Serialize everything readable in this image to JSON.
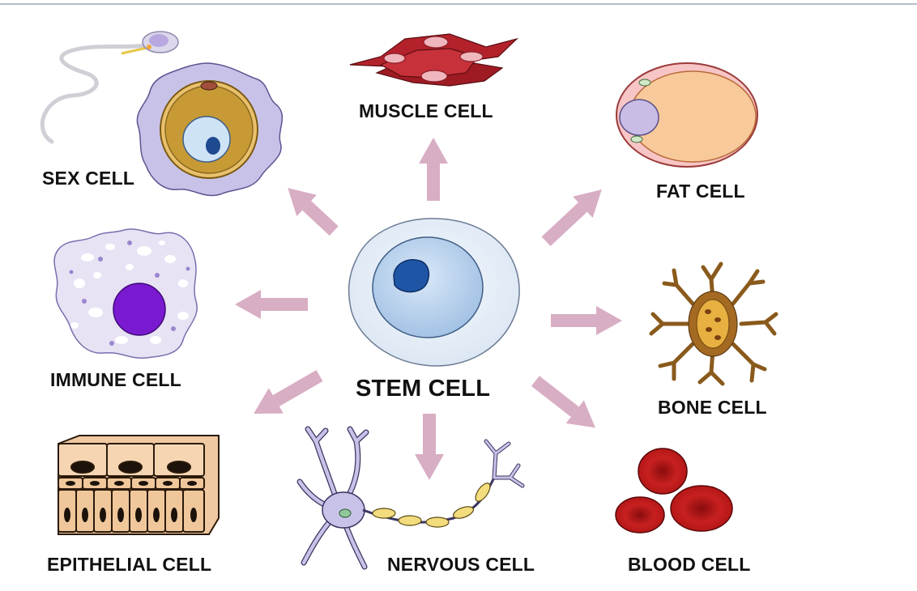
{
  "center": {
    "label": "STEM CELL"
  },
  "cells": {
    "muscle": "MUSCLE CELL",
    "sex": "SEX CELL",
    "fat": "FAT CELL",
    "immune": "IMMUNE CELL",
    "bone": "BONE CELL",
    "epithelial": "EPITHELIAL CELL",
    "nervous": "NERVOUS CELL",
    "blood": "BLOOD CELL"
  },
  "colors": {
    "arrow": "#d8aec4",
    "stem_cell": "#bcd3ec",
    "stem_nucleus": "#1f55a5",
    "muscle": "#b8232d",
    "fat": "#f6c99a",
    "immune_nucleus": "#7a1ad0",
    "bone": "#8a5a1c",
    "blood": "#c21a1a",
    "epithelial": "#efc9a1",
    "neuron": "#c9c2e8",
    "myelin": "#f3dc7e"
  }
}
